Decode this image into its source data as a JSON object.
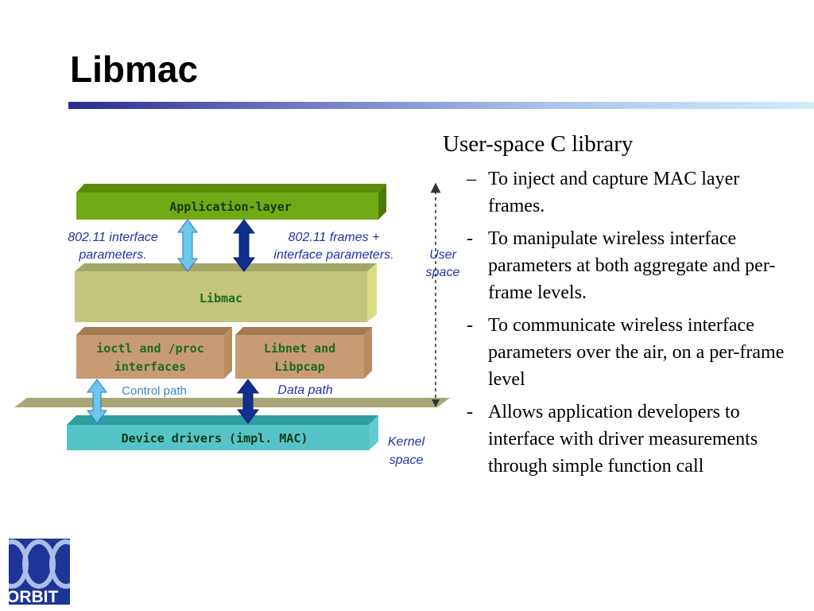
{
  "slide": {
    "title": "Libmac"
  },
  "bullets": {
    "main": "User-space C library",
    "items": [
      {
        "marker": "–",
        "text": "To inject and capture MAC layer frames."
      },
      {
        "marker": "-",
        "text": "To manipulate wireless interface parameters at both aggregate and per-frame levels."
      },
      {
        "marker": "-",
        "text": "To communicate wireless interface parameters over the air, on a per-frame level"
      },
      {
        "marker": "-",
        "text": "Allows application developers to interface with driver measurements through simple function call"
      }
    ]
  },
  "diagram": {
    "application_layer": "Application-layer",
    "libmac": "Libmac",
    "ioctl_line1": "ioctl and /proc",
    "ioctl_line2": "interfaces",
    "libnet_line1": "Libnet and",
    "libnet_line2": "Libpcap",
    "device_drivers": "Device drivers (impl. MAC)",
    "iface_params_line1": "802.11 interface",
    "iface_params_line2": "parameters.",
    "frames_line1": "802.11 frames +",
    "frames_line2": "interface parameters.",
    "user_line1": "User",
    "user_line2": "space",
    "kernel_line1": "Kernel",
    "kernel_line2": "space",
    "control_path": "Control path",
    "data_path": "Data path",
    "colors": {
      "green_text": "#1d6b1d",
      "blue_text": "#2233aa",
      "light_arrow": "#6cc6ee",
      "dark_arrow": "#102f8e"
    }
  },
  "logo": {
    "text": "ORBIT"
  }
}
